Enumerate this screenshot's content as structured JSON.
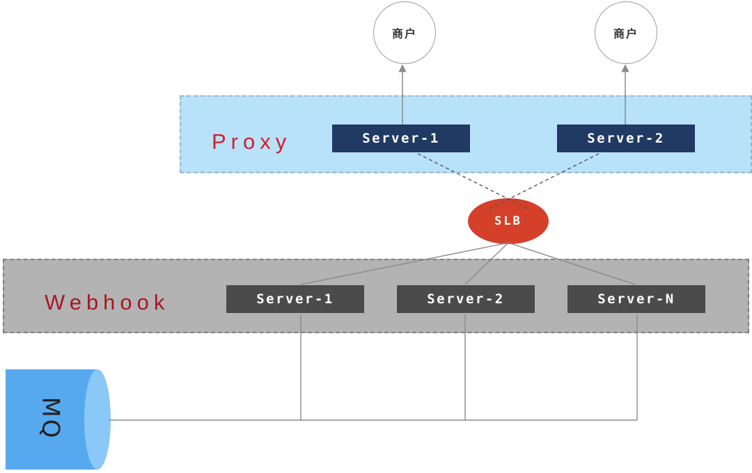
{
  "diagram": {
    "merchants": [
      {
        "label": "商户"
      },
      {
        "label": "商户"
      }
    ],
    "proxy": {
      "label": "Proxy",
      "servers": [
        "Server-1",
        "Server-2"
      ]
    },
    "slb": {
      "label": "SLB"
    },
    "webhook": {
      "label": "Webhook",
      "servers": [
        "Server-1",
        "Server-2",
        "Server-N"
      ]
    },
    "mq": {
      "label": "MQ"
    },
    "colors": {
      "proxy_band": "#b8e2f9",
      "proxy_label": "#cf1f2f",
      "proxy_server_box": "#203a64",
      "slb_ellipse": "#d5402a",
      "webhook_band": "#b3b3b3",
      "webhook_label": "#aa1622",
      "webhook_server_box": "#4b4b4b",
      "mq_cylinder": "#57a9ef",
      "mq_cylinder_cap": "#8ac8f7",
      "connector_line": "#8a8a8a"
    }
  }
}
